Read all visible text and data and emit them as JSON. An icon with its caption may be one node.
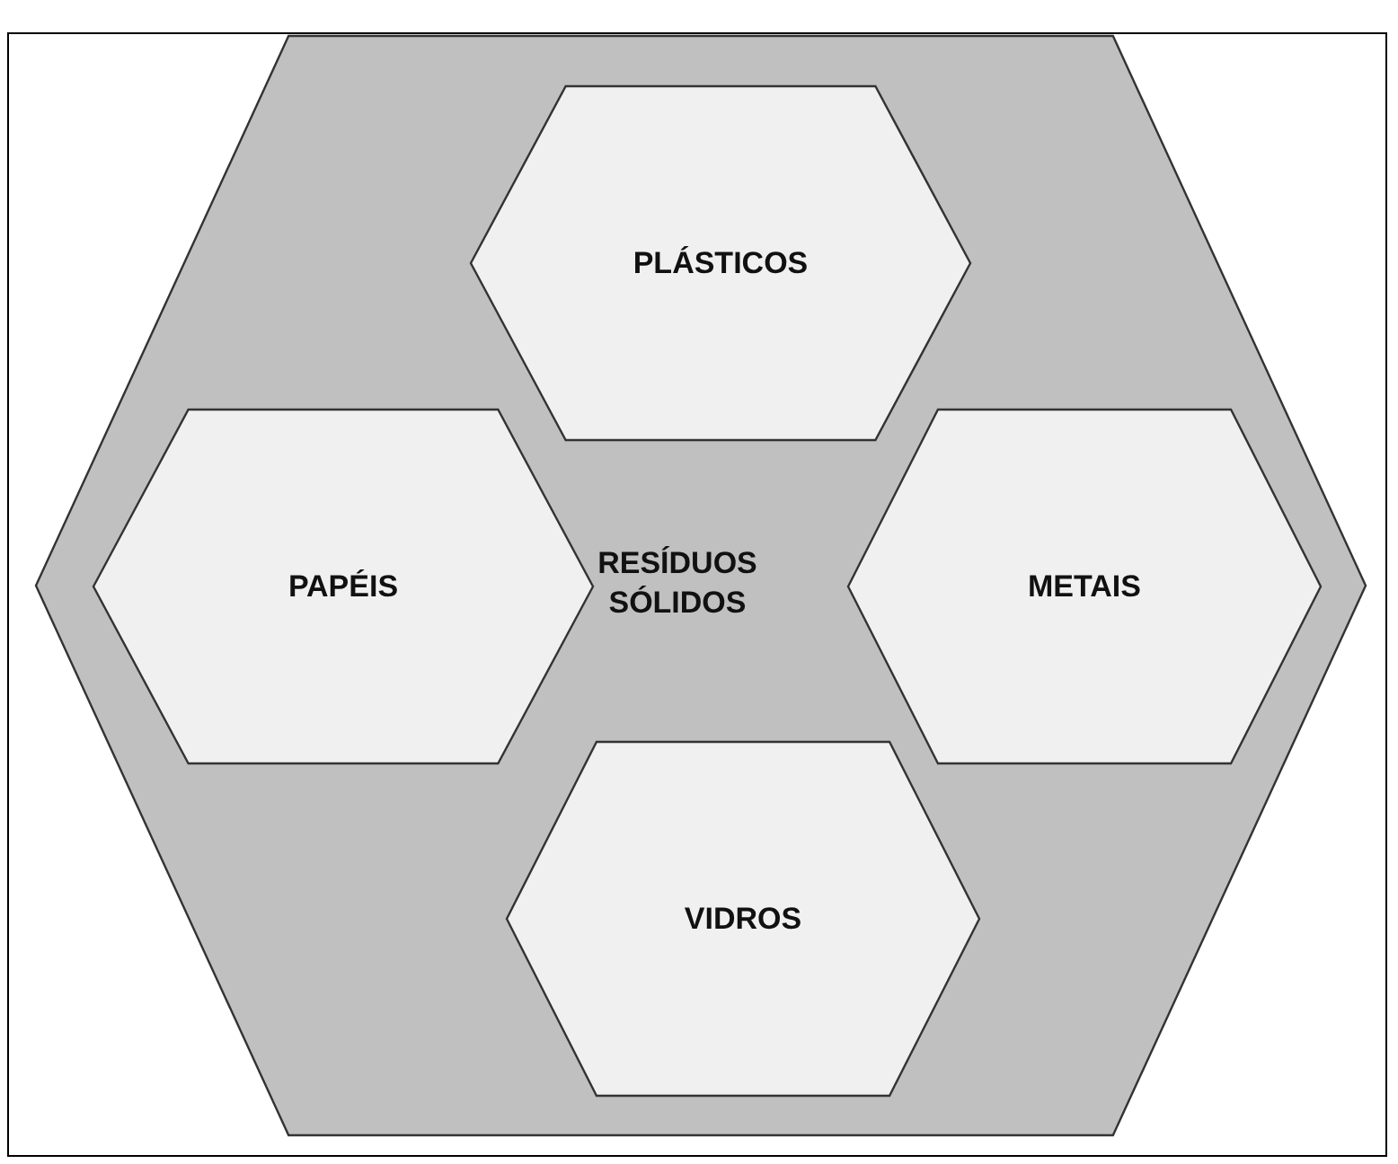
{
  "diagram": {
    "nodes": [
      {
        "text": [
          "RESÍDUOS SÓLIDOS"
        ]
      },
      {
        "text": [
          "PLÁSTICOS"
        ],
        "in": 0
      },
      {
        "text": [
          "PAPÉIS"
        ],
        "in": 0
      },
      {
        "text": [
          "METAIS"
        ],
        "in": 0
      },
      {
        "text": [
          "VIDROS"
        ],
        "in": 0
      }
    ],
    "edges": []
  }
}
